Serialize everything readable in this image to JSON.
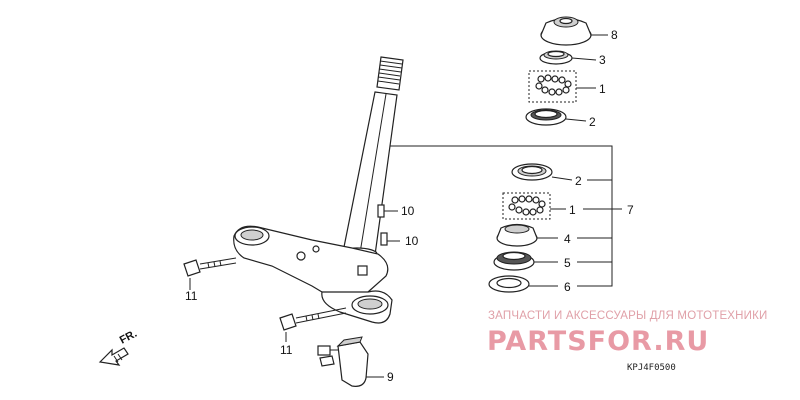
{
  "labels": {
    "p8": "8",
    "p3": "3",
    "p1a": "1",
    "p2a": "2",
    "p2b": "2",
    "p1b": "1",
    "p7": "7",
    "p4": "4",
    "p5": "5",
    "p6": "6",
    "p10a": "10",
    "p10b": "10",
    "p11a": "11",
    "p11b": "11",
    "p9": "9"
  },
  "direction": "FR.",
  "watermark": {
    "tagline": "ЗАПЧАСТИ И АКСЕССУАРЫ ДЛЯ МОТОТЕХНИКИ",
    "logo": "PARTSFOR.RU"
  },
  "diagram_code": "KPJ4F0500",
  "colors": {
    "line": "#222222",
    "watermark": "#e89aa5"
  }
}
